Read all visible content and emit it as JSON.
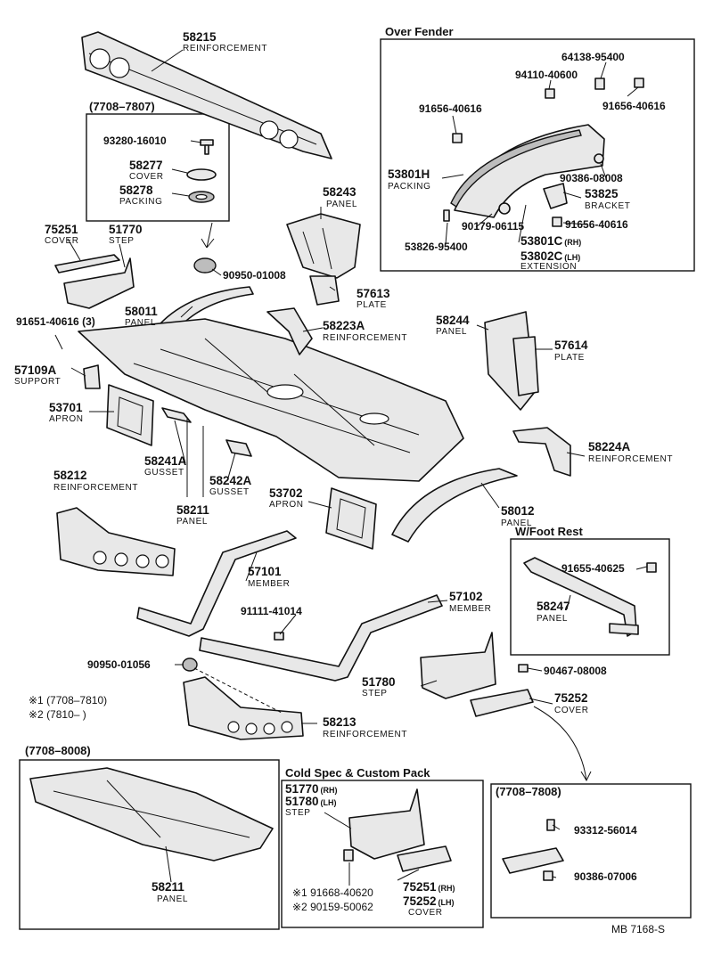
{
  "sections": {
    "over_fender": "Over Fender",
    "r7708_7807": "(7708–7807)",
    "w_foot_rest": "W/Foot Rest",
    "r7708_8008": "(7708–8008)",
    "cold_spec": "Cold Spec & Custom Pack",
    "r7708_7808": "(7708–7808)"
  },
  "notes": {
    "n1": "※1 (7708–7810)",
    "n2": "※2 (7810–        )"
  },
  "diagram_code": "MB 7168-S",
  "labels": {
    "p58215": {
      "num": "58215",
      "name": "REINFORCEMENT"
    },
    "p93280": {
      "num": "93280-16010"
    },
    "p58277": {
      "num": "58277",
      "name": "COVER"
    },
    "p58278": {
      "num": "58278",
      "name": "PACKING"
    },
    "p75251": {
      "num": "75251",
      "name": "COVER"
    },
    "p51770": {
      "num": "51770",
      "name": "STEP"
    },
    "p58243": {
      "num": "58243",
      "name": "PANEL"
    },
    "p90950_01008": {
      "num": "90950-01008"
    },
    "p57613": {
      "num": "57613",
      "name": "PLATE"
    },
    "p58011": {
      "num": "58011",
      "name": "PANEL"
    },
    "p91651": {
      "num": "91651-40616 (3)"
    },
    "p58223A": {
      "num": "58223A",
      "name": "REINFORCEMENT"
    },
    "p57109A": {
      "num": "57109A",
      "name": "SUPPORT"
    },
    "p53701": {
      "num": "53701",
      "name": "APRON"
    },
    "p58241A": {
      "num": "58241A",
      "name": "GUSSET"
    },
    "p58242A": {
      "num": "58242A",
      "name": "GUSSET"
    },
    "p58212": {
      "num": "58212",
      "name": "REINFORCEMENT"
    },
    "p58211a": {
      "num": "58211",
      "name": "PANEL"
    },
    "p53702": {
      "num": "53702",
      "name": "APRON"
    },
    "p58244": {
      "num": "58244",
      "name": "PANEL"
    },
    "p57614": {
      "num": "57614",
      "name": "PLATE"
    },
    "p58224A": {
      "num": "58224A",
      "name": "REINFORCEMENT"
    },
    "p58012": {
      "num": "58012",
      "name": "PANEL"
    },
    "p57101": {
      "num": "57101",
      "name": "MEMBER"
    },
    "p57102": {
      "num": "57102",
      "name": "MEMBER"
    },
    "p91111": {
      "num": "91111-41014"
    },
    "p90950_01056": {
      "num": "90950-01056"
    },
    "p58213": {
      "num": "58213",
      "name": "REINFORCEMENT"
    },
    "p51780": {
      "num": "51780",
      "name": "STEP"
    },
    "p75252": {
      "num": "75252",
      "name": "COVER"
    },
    "p90467": {
      "num": "90467-08008"
    },
    "p91655": {
      "num": "91655-40625"
    },
    "p58247": {
      "num": "58247",
      "name": "PANEL"
    },
    "p64138": {
      "num": "64138-95400"
    },
    "p94110": {
      "num": "94110-40600"
    },
    "p91656a": {
      "num": "91656-40616"
    },
    "p91656b": {
      "num": "91656-40616"
    },
    "p53801H": {
      "num": "53801H",
      "name": "PACKING"
    },
    "p90386_08008": {
      "num": "90386-08008"
    },
    "p53825": {
      "num": "53825",
      "name": "BRACKET"
    },
    "p90179": {
      "num": "90179-06115"
    },
    "p91656c": {
      "num": "91656-40616"
    },
    "p53826": {
      "num": "53826-95400"
    },
    "p53801C": {
      "num": "53801C",
      "suffix": "(RH)"
    },
    "p53802C": {
      "num": "53802C",
      "suffix": "(LH)",
      "name": "EXTENSION"
    },
    "p58211b": {
      "num": "58211",
      "name": "PANEL"
    },
    "cs51770": {
      "num": "51770",
      "suffix": "(RH)"
    },
    "cs51780": {
      "num": "51780",
      "suffix": "(LH)",
      "name": "STEP"
    },
    "cs91668": {
      "num": "※1 91668-40620"
    },
    "cs90159": {
      "num": "※2 90159-50062"
    },
    "cs75251": {
      "num": "75251",
      "suffix": "(RH)"
    },
    "cs75252": {
      "num": "75252",
      "suffix": "(LH)",
      "name": "COVER"
    },
    "r93312": {
      "num": "93312-56014"
    },
    "r90386": {
      "num": "90386-07006"
    }
  },
  "icons": [
    "bolt-icon",
    "nut-icon",
    "clip-icon",
    "grommet-icon"
  ]
}
